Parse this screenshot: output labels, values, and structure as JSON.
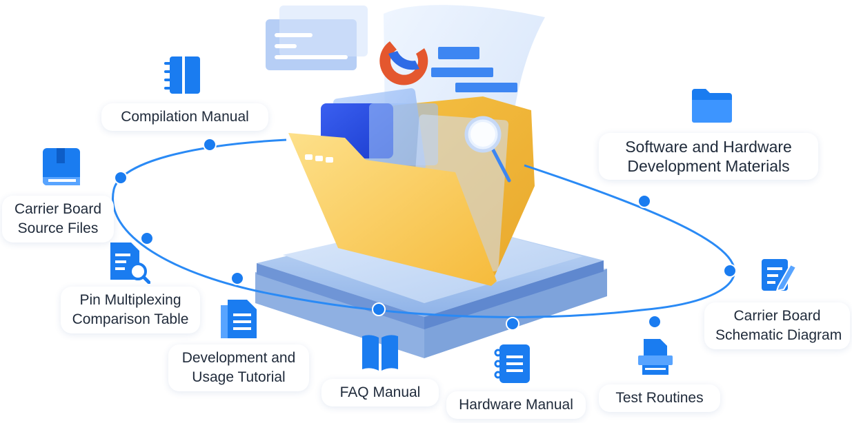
{
  "items": {
    "compilation_manual": "Compilation Manual",
    "software_hardware_line1": "Software and Hardware",
    "software_hardware_line2": "Development Materials",
    "carrier_source_line1": "Carrier Board",
    "carrier_source_line2": "Source Files",
    "pin_mux_line1": "Pin Multiplexing",
    "pin_mux_line2": "Comparison Table",
    "dev_tutorial_line1": "Development and",
    "dev_tutorial_line2": "Usage Tutorial",
    "faq_manual": "FAQ Manual",
    "hardware_manual": "Hardware Manual",
    "test_routines": "Test Routines",
    "carrier_schematic_line1": "Carrier Board",
    "carrier_schematic_line2": "Schematic Diagram"
  },
  "colors": {
    "accent": "#1a7cf0",
    "ring": "#2a8af5",
    "folder": "#f9c94b",
    "platform": "#a9c6ef"
  },
  "icons": [
    "notebook-icon",
    "book-icon",
    "document-search-icon",
    "documents-icon",
    "open-book-icon",
    "spiral-notebook-icon",
    "printer-icon",
    "note-edit-icon",
    "folder-icon"
  ]
}
